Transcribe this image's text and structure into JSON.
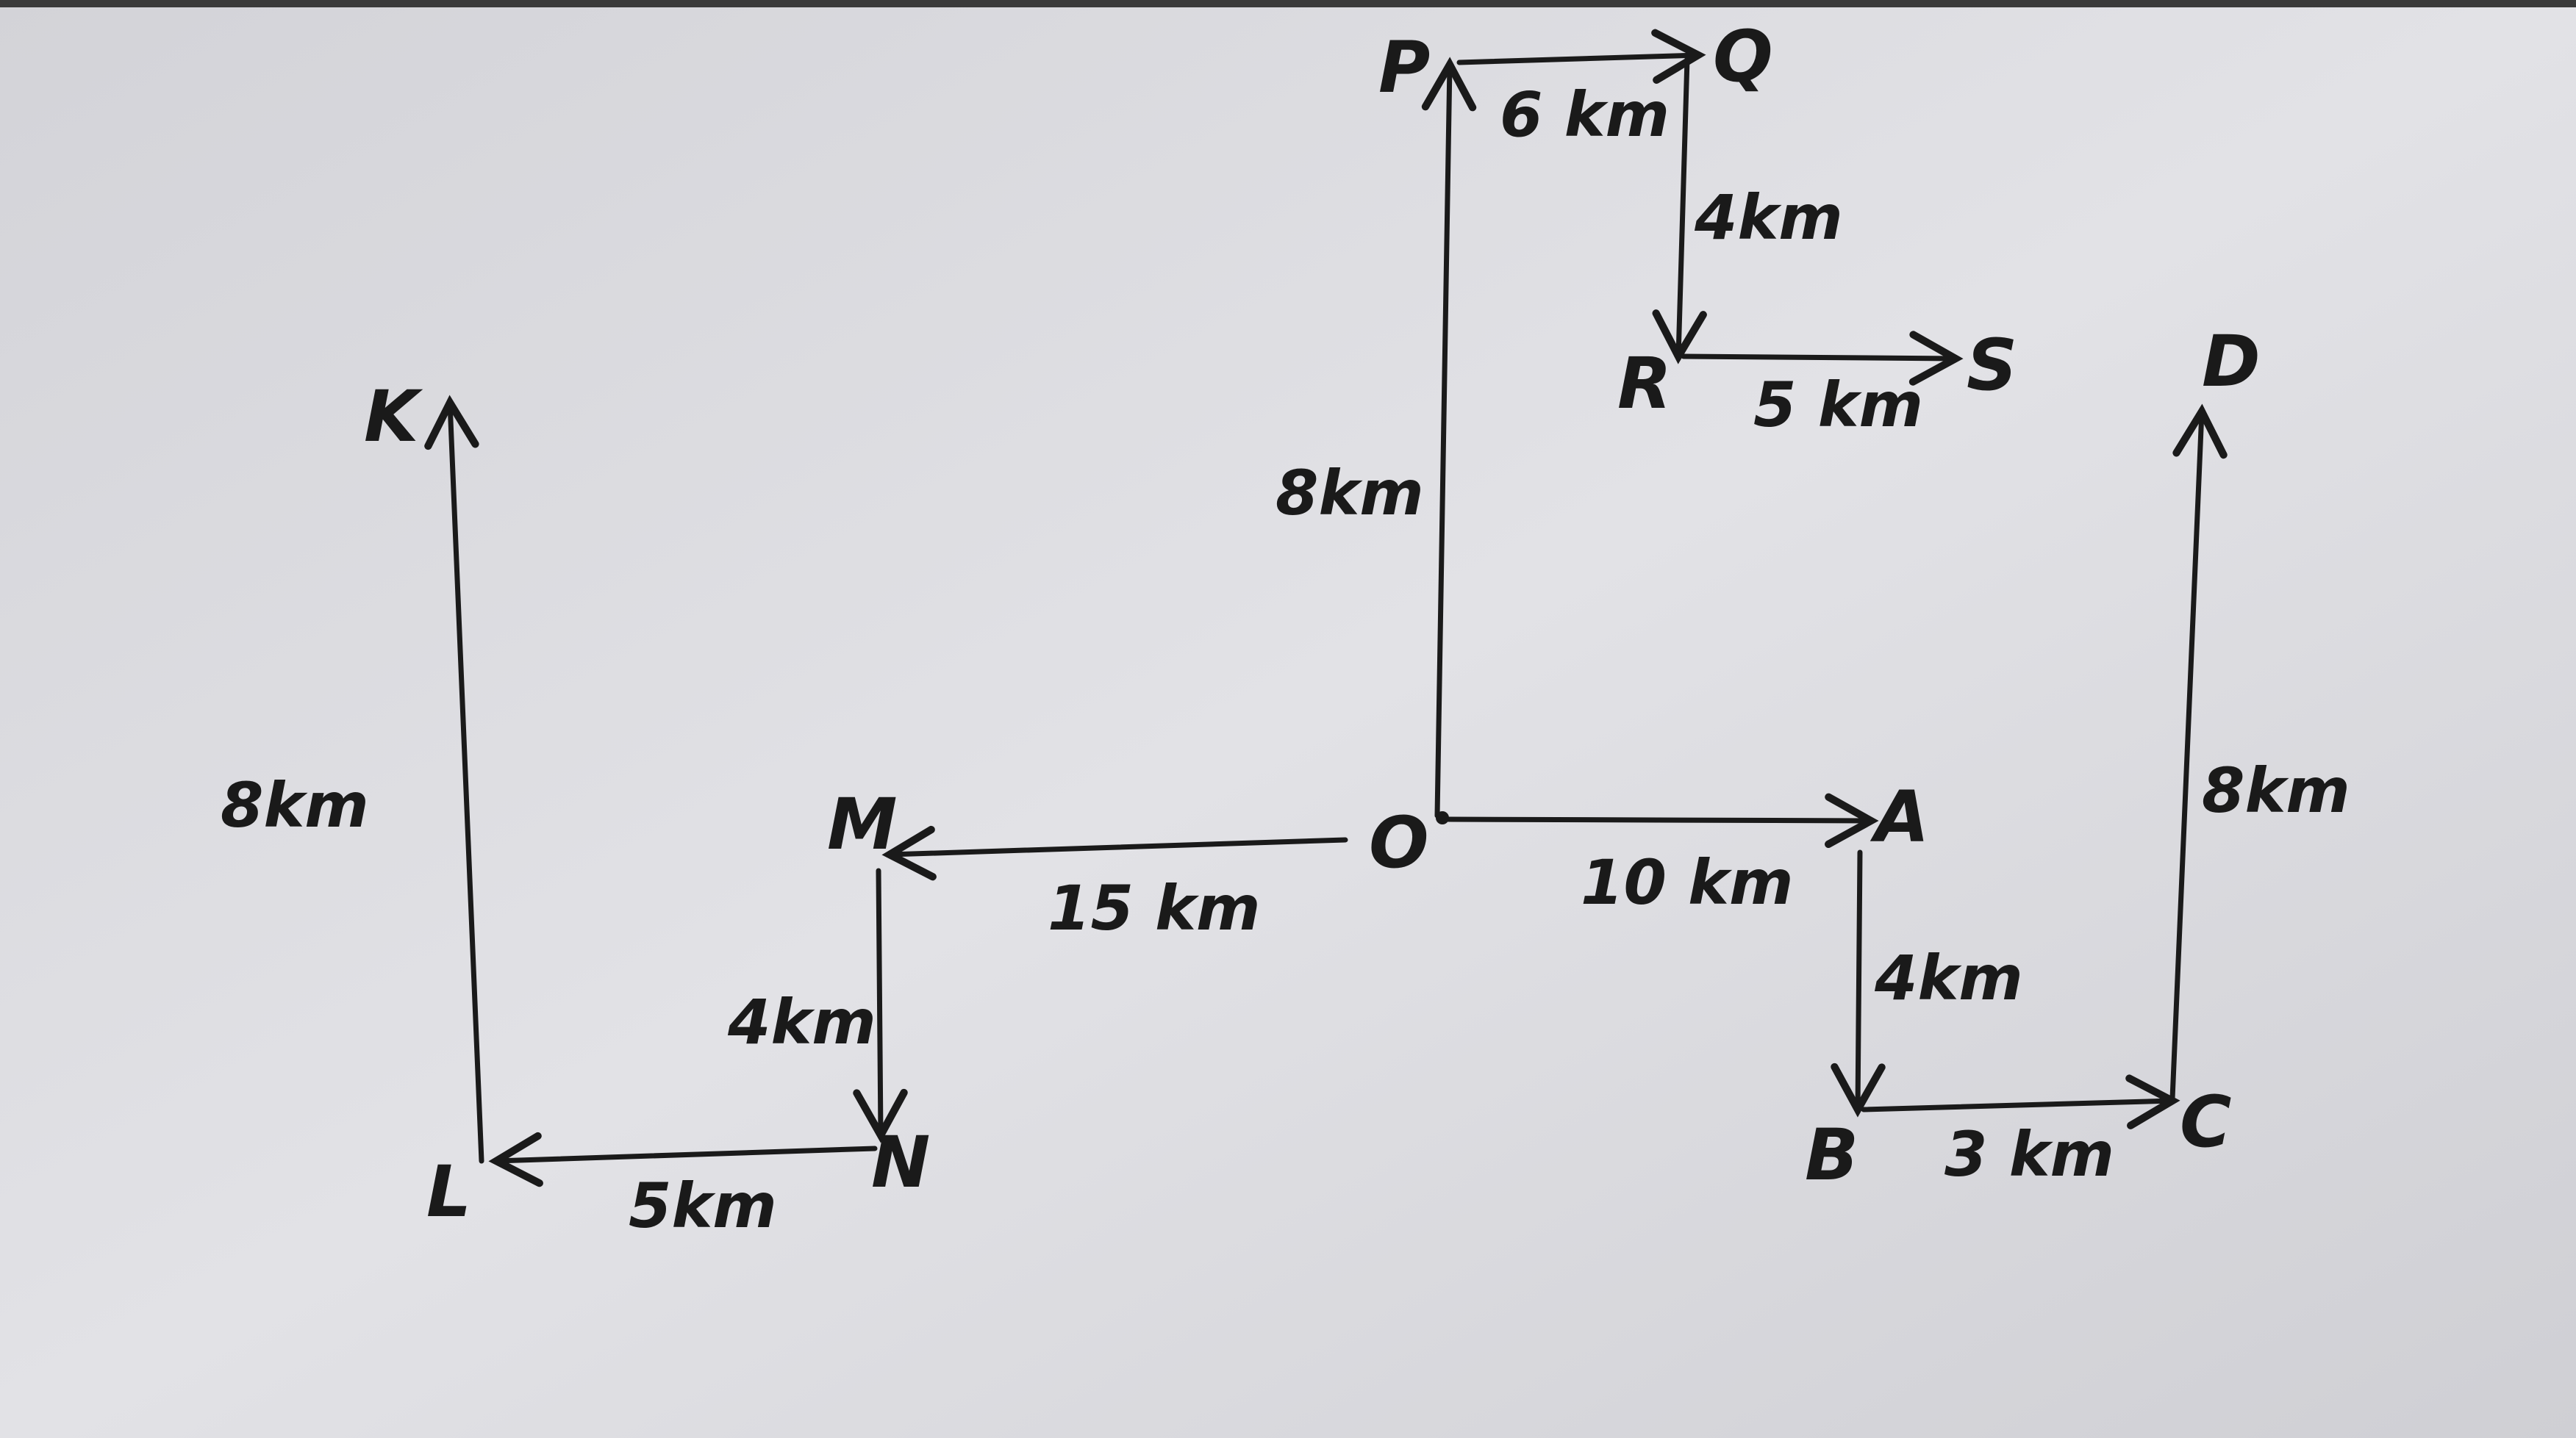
{
  "colors": {
    "paper": "#dcdce0",
    "ink": "#1a1a1a",
    "top_strip": "#3a3a3a"
  },
  "points": {
    "P": "P",
    "Q": "Q",
    "R": "R",
    "S": "S",
    "O": "O",
    "A": "A",
    "B": "B",
    "C": "C",
    "D": "D",
    "M": "M",
    "N": "N",
    "L": "L",
    "K": "K"
  },
  "distances": {
    "OP": "8km",
    "PQ": "6 km",
    "QR": "4km",
    "RS": "5 km",
    "OA": "10 km",
    "AB": "4km",
    "BC": "3 km",
    "CD": "8km",
    "OM": "15 km",
    "MN": "4km",
    "NL": "5km",
    "LK": "8km"
  }
}
